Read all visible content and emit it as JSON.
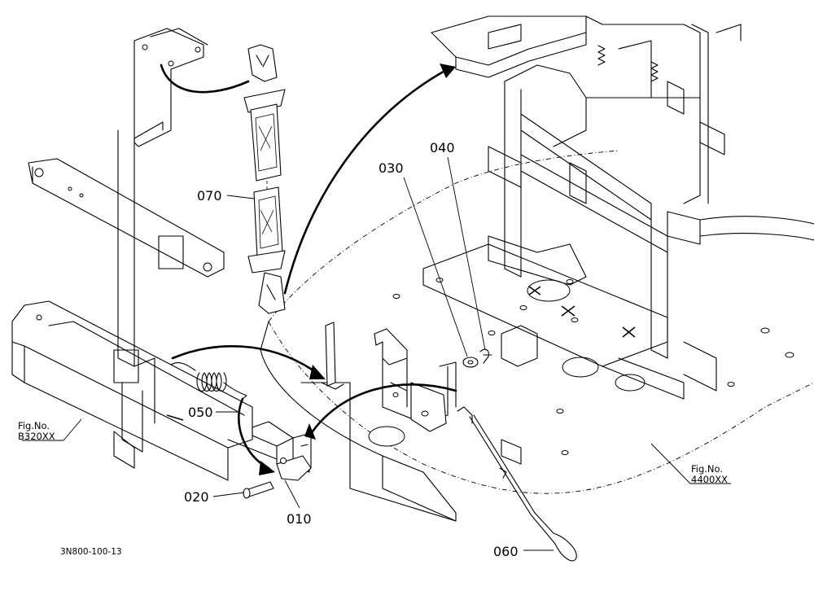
{
  "diagram": {
    "drawing_code": "3N800-100-13",
    "callouts": [
      {
        "id": "070",
        "label": "070"
      },
      {
        "id": "030",
        "label": "030"
      },
      {
        "id": "040",
        "label": "040"
      },
      {
        "id": "050",
        "label": "050"
      },
      {
        "id": "020",
        "label": "020"
      },
      {
        "id": "010",
        "label": "010"
      },
      {
        "id": "060",
        "label": "060"
      }
    ],
    "figure_refs": [
      {
        "line1": "Fig.No.",
        "line2": "B320XX"
      },
      {
        "line1": "Fig.No.",
        "line2": "4400XX"
      }
    ]
  }
}
